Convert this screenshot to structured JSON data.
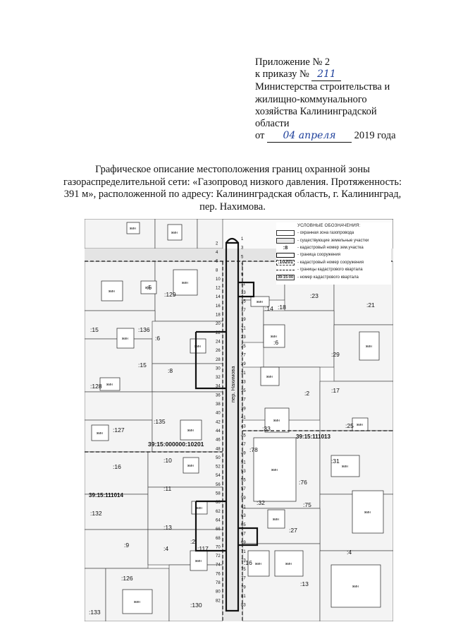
{
  "appendix": {
    "line1": "Приложение № 2",
    "line2_prefix": "к приказу №",
    "order_number": "211",
    "line3": "Министерства строительства и",
    "line4": "жилищно-коммунального",
    "line5": "хозяйства Калининградской",
    "line6": "области",
    "date_prefix": "от",
    "date_handwritten": "04 апреля",
    "date_suffix": "2019 года"
  },
  "title": {
    "line1": "Графическое описание местоположения границ охранной зоны",
    "line2": "газораспределительной сети: «Газопровод низкого давления. Протяженность:",
    "line3": "391 м», расположенной по адресу: Калининградская область, г. Калининград,",
    "line4": "пер. Нахимова."
  },
  "legend": {
    "title": "УСЛОВНЫЕ ОБОЗНАЧЕНИЯ:",
    "items": [
      {
        "symbol": "",
        "label": "- охранная зона газопровода"
      },
      {
        "symbol": "",
        "label": "- существующие земельные участки"
      },
      {
        "symbol": ":8",
        "label": "- кадастровый номер зем.участка"
      },
      {
        "symbol": "",
        "label": "- граница сооружения"
      },
      {
        "symbol": ":10201",
        "label": "- кадастровый номер сооружения"
      },
      {
        "symbol": "",
        "label": "- границы кадастрового квартала"
      },
      {
        "symbol": "39:15:00",
        "label": "- номер кадастрового квартала"
      }
    ]
  },
  "map": {
    "street_name": "пер. Нахимова",
    "quarter_labels": [
      "39:15:000000:10201",
      "39:15:111013",
      "39:15:111014"
    ],
    "parcel_labels": [
      ":5",
      ":129",
      ":136",
      ":15",
      ":6",
      ":14",
      ":18",
      ":23",
      ":21",
      ":128",
      ":8",
      ":15",
      ":29",
      ":2",
      ":17",
      ":135",
      ":127",
      ":33",
      ":25",
      ":10",
      ":16",
      ":78",
      ":31",
      ":11",
      ":76",
      ":32",
      ":132",
      ":75",
      ":13",
      ":2",
      ":27",
      ":9",
      ":4",
      ":117",
      ":4",
      ":16",
      ":126",
      ":13",
      ":130",
      ":133",
      ":6"
    ],
    "house_label": "жин",
    "point_numbers": [
      "1",
      "2",
      "3",
      "4",
      "5",
      "6",
      "7",
      "8",
      "9",
      "10",
      "11",
      "12",
      "13",
      "14",
      "15",
      "16",
      "17",
      "18",
      "19",
      "20",
      "21",
      "22",
      "23",
      "24",
      "25",
      "26",
      "27",
      "28",
      "29",
      "30",
      "31",
      "32",
      "33",
      "34",
      "35",
      "36",
      "37",
      "38",
      "39",
      "40",
      "41",
      "42",
      "43",
      "44",
      "45",
      "46",
      "47",
      "48",
      "49",
      "50",
      "51",
      "52",
      "53",
      "54",
      "55",
      "56",
      "57",
      "58",
      "59",
      "60",
      "61",
      "62",
      "63",
      "64",
      "65",
      "66",
      "67",
      "68",
      "69",
      "70",
      "71",
      "72",
      "73",
      "74",
      "75",
      "76",
      "77",
      "78",
      "79",
      "80",
      "81",
      "82",
      "83"
    ]
  }
}
